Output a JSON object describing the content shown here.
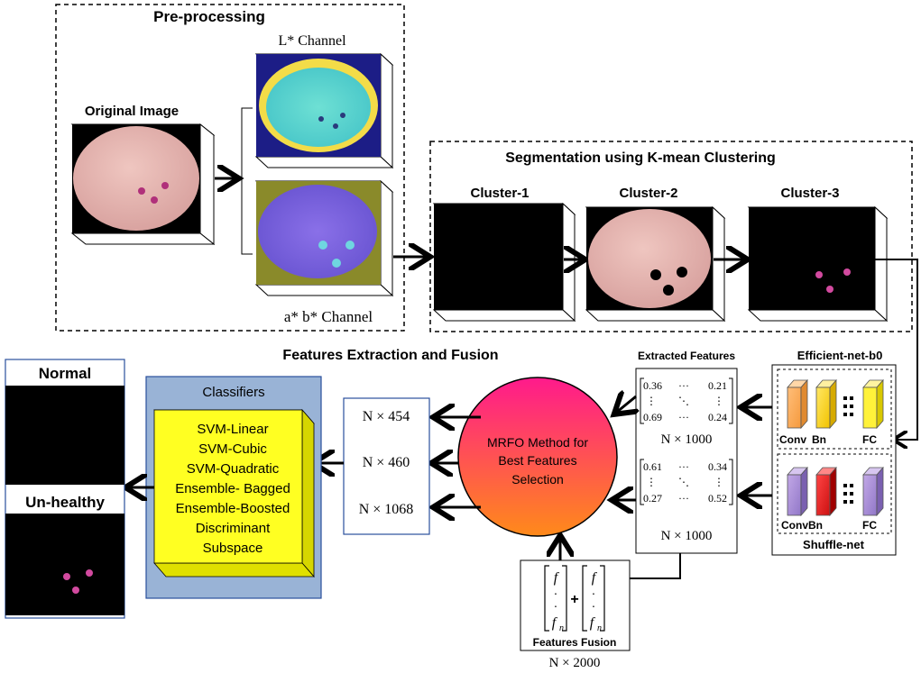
{
  "preprocessing": {
    "title": "Pre-processing",
    "original_label": "Original Image",
    "l_channel_label": "L* Channel",
    "ab_channel_label": "a* b* Channel"
  },
  "segmentation": {
    "title": "Segmentation using K-mean Clustering",
    "clusters": [
      "Cluster-1",
      "Cluster-2",
      "Cluster-3"
    ]
  },
  "features_title": "Features Extraction and Fusion",
  "extracted": {
    "title": "Extracted Features",
    "matrix1": {
      "a": "0.36",
      "b": "0.21",
      "c": "0.69",
      "d": "0.24"
    },
    "matrix2": {
      "a": "0.61",
      "b": "0.34",
      "c": "0.27",
      "d": "0.52"
    },
    "dots_h": "···",
    "dots_v": "⋮",
    "dots_d": "⋱",
    "dim1": "N × 1000",
    "dim2": "N × 1000"
  },
  "networks": {
    "efficient_title": "Efficient-net-b0",
    "efficient_labels": [
      "Conv",
      "Bn",
      "FC"
    ],
    "shuffle_title": "Shuffle-net",
    "shuffle_labels": [
      "ConvBn",
      "FC"
    ]
  },
  "fusion": {
    "label": "Features Fusion",
    "symbol_f": "f",
    "symbol_fn": "f",
    "subscript": "n",
    "plus": "+",
    "dim": "N × 2000"
  },
  "mrfo": {
    "lines": [
      "MRFO Method for",
      "Best Features",
      "Selection"
    ]
  },
  "selected_dims": [
    "N × 454",
    "N × 460",
    "N × 1068"
  ],
  "classifiers": {
    "title": "Classifiers",
    "items": [
      "SVM-Linear",
      "SVM-Cubic",
      "SVM-Quadratic",
      "Ensemble- Bagged",
      "Ensemble-Boosted",
      "Discriminant",
      "Subspace"
    ]
  },
  "output": {
    "normal": "Normal",
    "unhealthy": "Un-healthy"
  },
  "colors": {
    "yellow": "#ffff22",
    "classifier_panel": "#99b3d6",
    "mrfo_top": "#ff1a8c",
    "mrfo_bottom": "#ff8a1a"
  }
}
